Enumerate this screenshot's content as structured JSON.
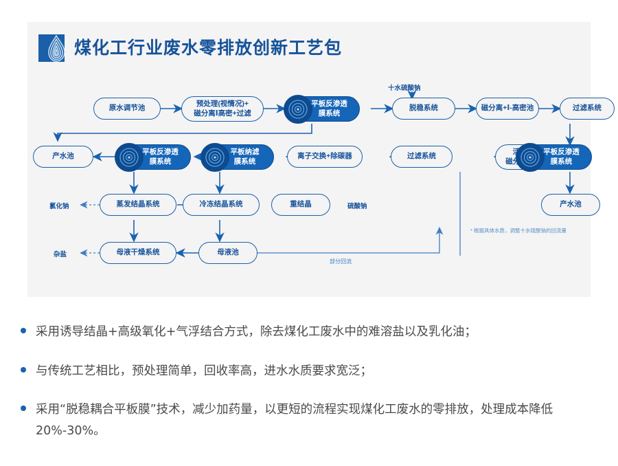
{
  "header": {
    "title": "煤化工行业废水零排放创新工艺包",
    "logo_icon": "water-ripple-logo",
    "accent_color": "#16529a",
    "logo_color": "#1a5fa8"
  },
  "diagram": {
    "nodes": [
      {
        "id": "n1",
        "label": "原水调节池",
        "style": "outline"
      },
      {
        "id": "n2",
        "label": "预处理(视情况)+\n磁分离Ⅰ高密+过滤",
        "style": "outline"
      },
      {
        "id": "n3",
        "label": "平板反渗透\n膜系统",
        "style": "filled",
        "icon": "membrane-disc-icon"
      },
      {
        "id": "n4",
        "label": "脱稳系统",
        "style": "outline"
      },
      {
        "id": "n5",
        "label": "磁分离+Ⅰ-高密池",
        "style": "outline"
      },
      {
        "id": "n6",
        "label": "过滤系统",
        "style": "outline"
      },
      {
        "id": "n7",
        "label": "产水池",
        "style": "outline"
      },
      {
        "id": "n8",
        "label": "平板反渗透\n膜系统",
        "style": "filled",
        "icon": "membrane-disc-icon"
      },
      {
        "id": "n9",
        "label": "平板纳滤\n膜系统",
        "style": "filled",
        "icon": "membrane-disc-icon"
      },
      {
        "id": "n10",
        "label": "离子交换+除碳器",
        "style": "outline"
      },
      {
        "id": "n11",
        "label": "过滤系统",
        "style": "outline"
      },
      {
        "id": "n12",
        "label": "活性炭粉末+\n磁分离+Ⅱ-高密池",
        "style": "outline"
      },
      {
        "id": "n13",
        "label": "平板反渗透\n膜系统",
        "style": "filled",
        "icon": "membrane-disc-icon"
      },
      {
        "id": "n14",
        "label": "蒸发结晶系统",
        "style": "outline"
      },
      {
        "id": "n15",
        "label": "冷冻结晶系统",
        "style": "outline"
      },
      {
        "id": "n16",
        "label": "重结晶",
        "style": "outline"
      },
      {
        "id": "n17",
        "label": "产水池",
        "style": "outline"
      },
      {
        "id": "n18",
        "label": "母液干燥系统",
        "style": "outline"
      },
      {
        "id": "n19",
        "label": "母液池",
        "style": "outline"
      }
    ],
    "labels": {
      "reagent_top": "十水硫酸钠",
      "product_nacl": "氯化钠",
      "product_na2so4": "硫酸钠",
      "product_mixed_salt": "杂盐",
      "partial_reflux": "部分回流",
      "footnote": "* 根据具体水质，调整十水硫酸钠的回流量"
    }
  },
  "bullets": [
    "采用诱导结晶+高级氧化+气浮结合方式，除去煤化工废水中的难溶盐以及乳化油；",
    "与传统工艺相比，预处理简单，回收率高，进水水质要求宽泛；",
    "采用“脱稳耦合平板膜”技术，减少加药量，以更短的流程实现煤化工废水的零排放，处理成本降低20%-30%。"
  ]
}
